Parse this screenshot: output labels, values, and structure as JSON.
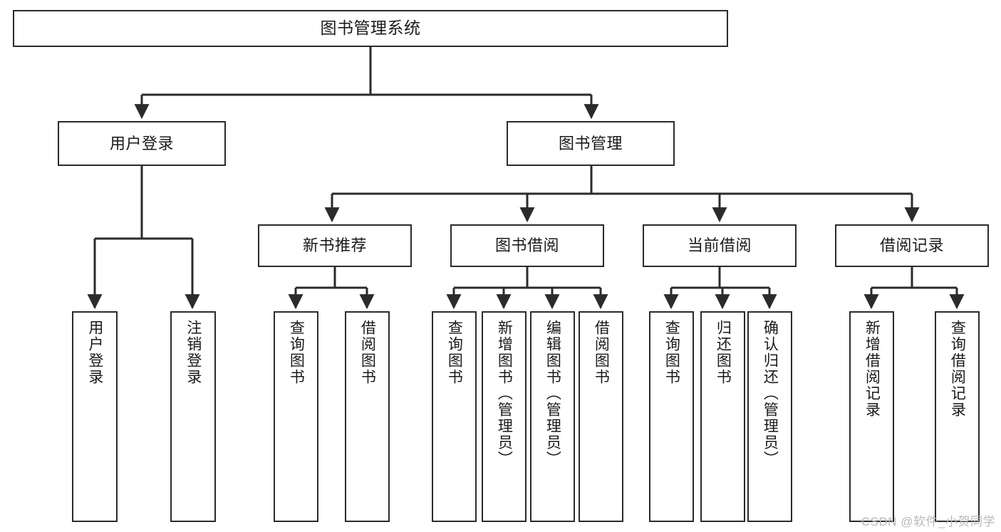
{
  "diagram": {
    "title": "图书管理系统",
    "type": "tree-hierarchy-chart",
    "colors": {
      "stroke": "#2b2b2b",
      "fill": "#ffffff",
      "text": "#1a1a1a",
      "watermark": "#b9b9b9"
    },
    "watermark": "CSDN @软件_小贺同学"
  },
  "nodes": {
    "root": {
      "label": "图书管理系统"
    },
    "tier2": [
      {
        "label": "用户登录"
      },
      {
        "label": "图书管理"
      }
    ],
    "tier3": [
      {
        "label": "新书推荐"
      },
      {
        "label": "图书借阅"
      },
      {
        "label": "当前借阅"
      },
      {
        "label": "借阅记录"
      }
    ],
    "leaves": {
      "user_login": [
        {
          "label": "用户登录"
        },
        {
          "label": "注销登录"
        }
      ],
      "new_book": [
        {
          "label": "查询图书"
        },
        {
          "label": "借阅图书"
        }
      ],
      "book_borrow": [
        {
          "label": "查询图书"
        },
        {
          "label": "新增图书（管理员）"
        },
        {
          "label": "编辑图书（管理员）"
        },
        {
          "label": "借阅图书"
        }
      ],
      "current_borrow": [
        {
          "label": "查询图书"
        },
        {
          "label": "归还图书"
        },
        {
          "label": "确认归还（管理员）"
        }
      ],
      "borrow_record": [
        {
          "label": "新增借阅记录"
        },
        {
          "label": "查询借阅记录"
        }
      ]
    }
  }
}
